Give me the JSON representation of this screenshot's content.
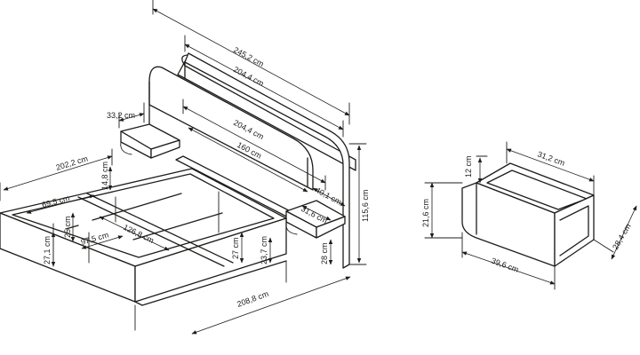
{
  "diagram": {
    "dimensions": {
      "d_245_2": "245,2 cm",
      "d_204_4_top": "204,4 cm",
      "d_204_4_mid": "204,4 cm",
      "d_160": "160 cm",
      "d_33_2": "33,2 cm",
      "d_202_2": "202,2 cm",
      "d_14_8": "14,8 cm",
      "d_69_5": "69,5 cm",
      "d_25": "25 cm",
      "d_97_5": "97,5 cm",
      "d_126_8": "126,8 cm",
      "d_27_1": "27,1 cm",
      "d_27": "27 cm",
      "d_23_7": "23,7 cm",
      "d_28": "28 cm",
      "d_31_6": "31,6 cm",
      "d_40_1": "40,1 cm",
      "d_115_6": "115,6 cm",
      "d_208_8": "208,8 cm",
      "d_31_2": "31,2 cm",
      "d_12": "12 cm",
      "d_21_6": "21,6 cm",
      "d_39_6": "39,6 cm",
      "d_28_4": "28,4 cm"
    }
  }
}
